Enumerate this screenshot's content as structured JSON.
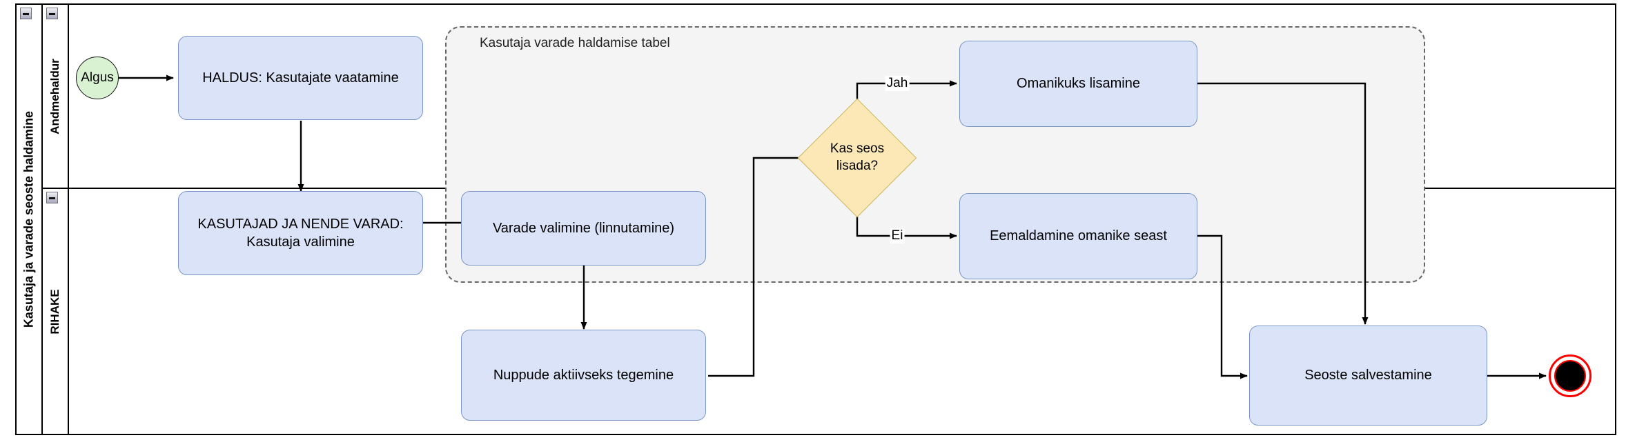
{
  "diagram": {
    "pool": {
      "title": "Kasutaja ja varade seoste haldamine",
      "collapse_icon": "minus-icon"
    },
    "lanes": [
      {
        "id": "lane-andmehaldur",
        "title": "Andmehaldur",
        "collapse_icon": "minus-icon"
      },
      {
        "id": "lane-rihake",
        "title": "RIHAKE",
        "collapse_icon": "minus-icon"
      }
    ],
    "group": {
      "label": "Kasutaja varade haldamise tabel"
    },
    "nodes": [
      {
        "id": "start",
        "type": "start-event",
        "label": "Algus"
      },
      {
        "id": "haldus",
        "type": "task",
        "label": "HALDUS: Kasutajate vaatamine"
      },
      {
        "id": "kasutajad",
        "type": "task",
        "label": "KASUTAJAD JA NENDE VARAD: Kasutaja valimine"
      },
      {
        "id": "varade",
        "type": "task",
        "label": "Varade valimine (linnutamine)"
      },
      {
        "id": "nuppude",
        "type": "task",
        "label": "Nuppude aktiivseks tegemine"
      },
      {
        "id": "gateway",
        "type": "gateway",
        "label": "Kas seos lisada?"
      },
      {
        "id": "omanikuks",
        "type": "task",
        "label": "Omanikuks lisamine"
      },
      {
        "id": "eemaldamine",
        "type": "task",
        "label": "Eemaldamine omanike seast"
      },
      {
        "id": "seoste",
        "type": "task",
        "label": "Seoste salvestamine"
      },
      {
        "id": "end",
        "type": "end-event",
        "label": ""
      }
    ],
    "edges": [
      {
        "from": "start",
        "to": "haldus",
        "label": ""
      },
      {
        "from": "haldus",
        "to": "kasutajad",
        "label": ""
      },
      {
        "from": "kasutajad",
        "to": "varade",
        "label": ""
      },
      {
        "from": "varade",
        "to": "nuppude",
        "label": ""
      },
      {
        "from": "nuppude",
        "to": "gateway",
        "label": ""
      },
      {
        "from": "gateway",
        "to": "omanikuks",
        "label": "Jah"
      },
      {
        "from": "gateway",
        "to": "eemaldamine",
        "label": "Ei"
      },
      {
        "from": "omanikuks",
        "to": "seoste",
        "label": ""
      },
      {
        "from": "eemaldamine",
        "to": "seoste",
        "label": ""
      },
      {
        "from": "seoste",
        "to": "end",
        "label": ""
      }
    ],
    "colors": {
      "task_fill": "#dae3f7",
      "task_stroke": "#7a96c7",
      "gateway_fill": "#fbe8b6",
      "gateway_stroke": "#cbb35f",
      "start_fill": "#d9f2d2",
      "end_stroke": "#ff0000",
      "group_fill": "#f4f4f4",
      "group_stroke": "#666666",
      "edge_stroke": "#000000"
    }
  }
}
